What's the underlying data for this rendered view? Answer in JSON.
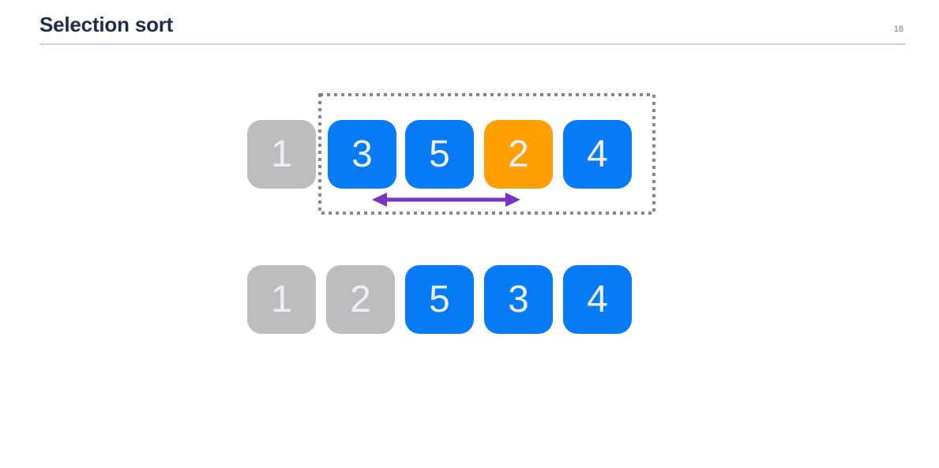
{
  "slide": {
    "title": "Selection sort",
    "page_number": "18"
  },
  "colors": {
    "background": "#ffffff",
    "title_text": "#1f2d49",
    "divider": "#ccd6e2",
    "page_number_text": "#6e7a89",
    "cell_blue": "#077bf6",
    "cell_orange": "#ff9f00",
    "cell_gray": "#bdbdbf",
    "cell_text": "#eceff4",
    "selection_border": "#878787",
    "swap_arrow": "#7a35c0"
  },
  "diagram": {
    "row1": {
      "cells": [
        {
          "value": "1",
          "state": "sorted"
        },
        {
          "value": "3",
          "state": "unsorted"
        },
        {
          "value": "5",
          "state": "unsorted"
        },
        {
          "value": "2",
          "state": "minimum"
        },
        {
          "value": "4",
          "state": "unsorted"
        }
      ]
    },
    "row2": {
      "cells": [
        {
          "value": "1",
          "state": "sorted"
        },
        {
          "value": "2",
          "state": "sorted"
        },
        {
          "value": "5",
          "state": "unsorted"
        },
        {
          "value": "3",
          "state": "unsorted"
        },
        {
          "value": "4",
          "state": "unsorted"
        }
      ]
    }
  }
}
